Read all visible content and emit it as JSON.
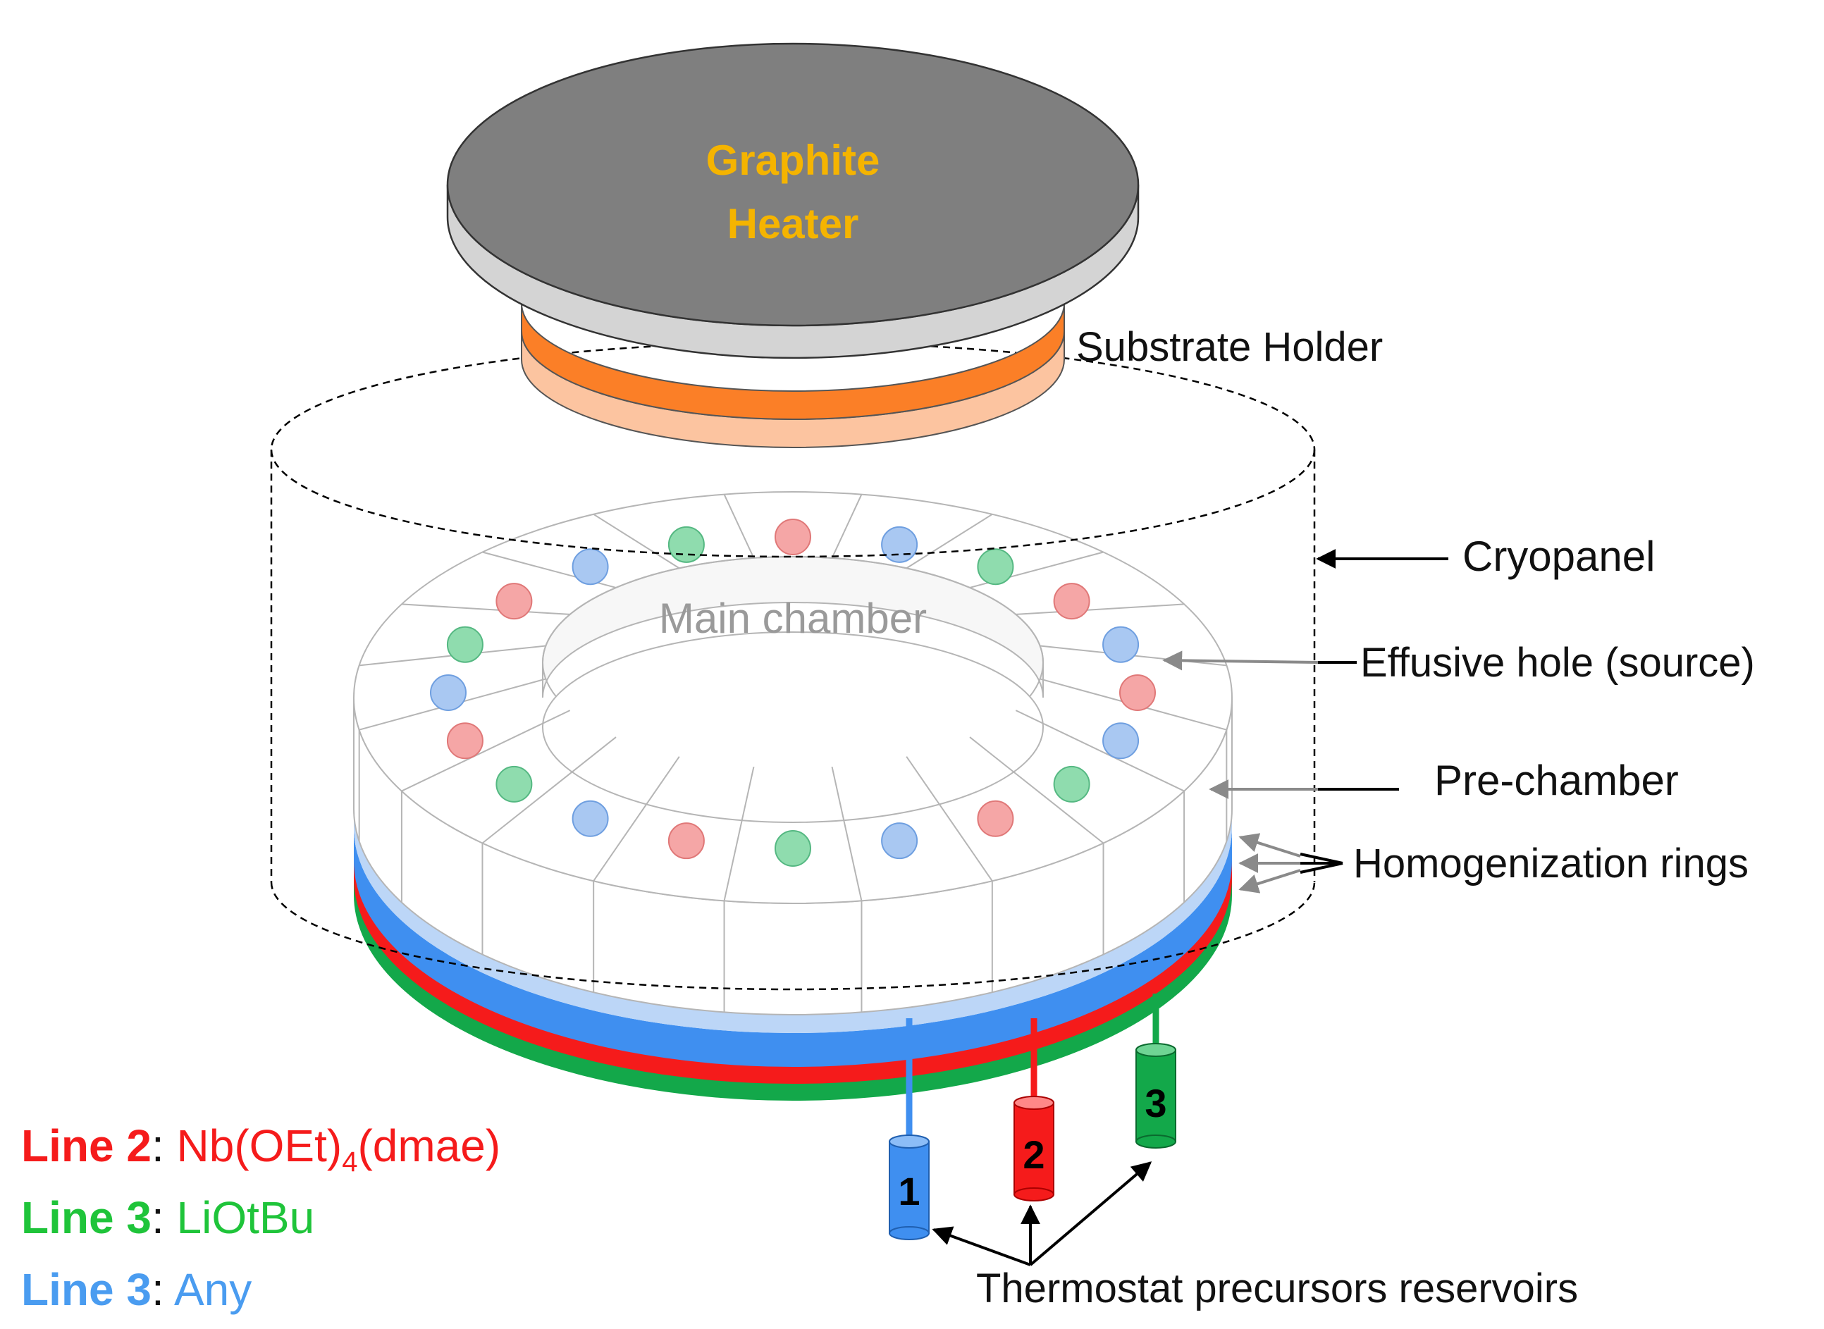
{
  "heater": {
    "line1": "Graphite",
    "line2": "Heater"
  },
  "labels": {
    "substrate_holder": "Substrate Holder",
    "cryopanel": "Cryopanel",
    "main_chamber": "Main chamber",
    "effusive_hole": "Effusive hole (source)",
    "pre_chamber": "Pre-chamber",
    "homogenization_rings": "Homogenization rings",
    "reservoirs": "Thermostat precursors reservoirs"
  },
  "reservoirs": [
    {
      "number": "1",
      "color": "#3f8ff0"
    },
    {
      "number": "2",
      "color": "#f51b1b"
    },
    {
      "number": "3",
      "color": "#13a84a"
    }
  ],
  "legend": [
    {
      "name": "Line 2",
      "sep": ": ",
      "formula": "Nb(OEt)",
      "sub": "4",
      "suffix": "(dmae)",
      "color": "#f51b1b"
    },
    {
      "name": "Line 3",
      "sep": ": ",
      "formula": "LiOtBu",
      "sub": "",
      "suffix": "",
      "color": "#1fc43a"
    },
    {
      "name": "Line 3",
      "sep": ": ",
      "formula": "Any",
      "sub": "",
      "suffix": "",
      "color": "#4a9cf0"
    }
  ],
  "colors": {
    "heater_top": "#7f7f7f",
    "heater_edge": "#d4d4d4",
    "holder": "#fb7f27",
    "holder_light": "#fcc4a0",
    "heater_text": "#f5b400",
    "ring_blue": "#3f8ff0",
    "ring_red": "#f51b1b",
    "ring_green": "#13a84a"
  }
}
